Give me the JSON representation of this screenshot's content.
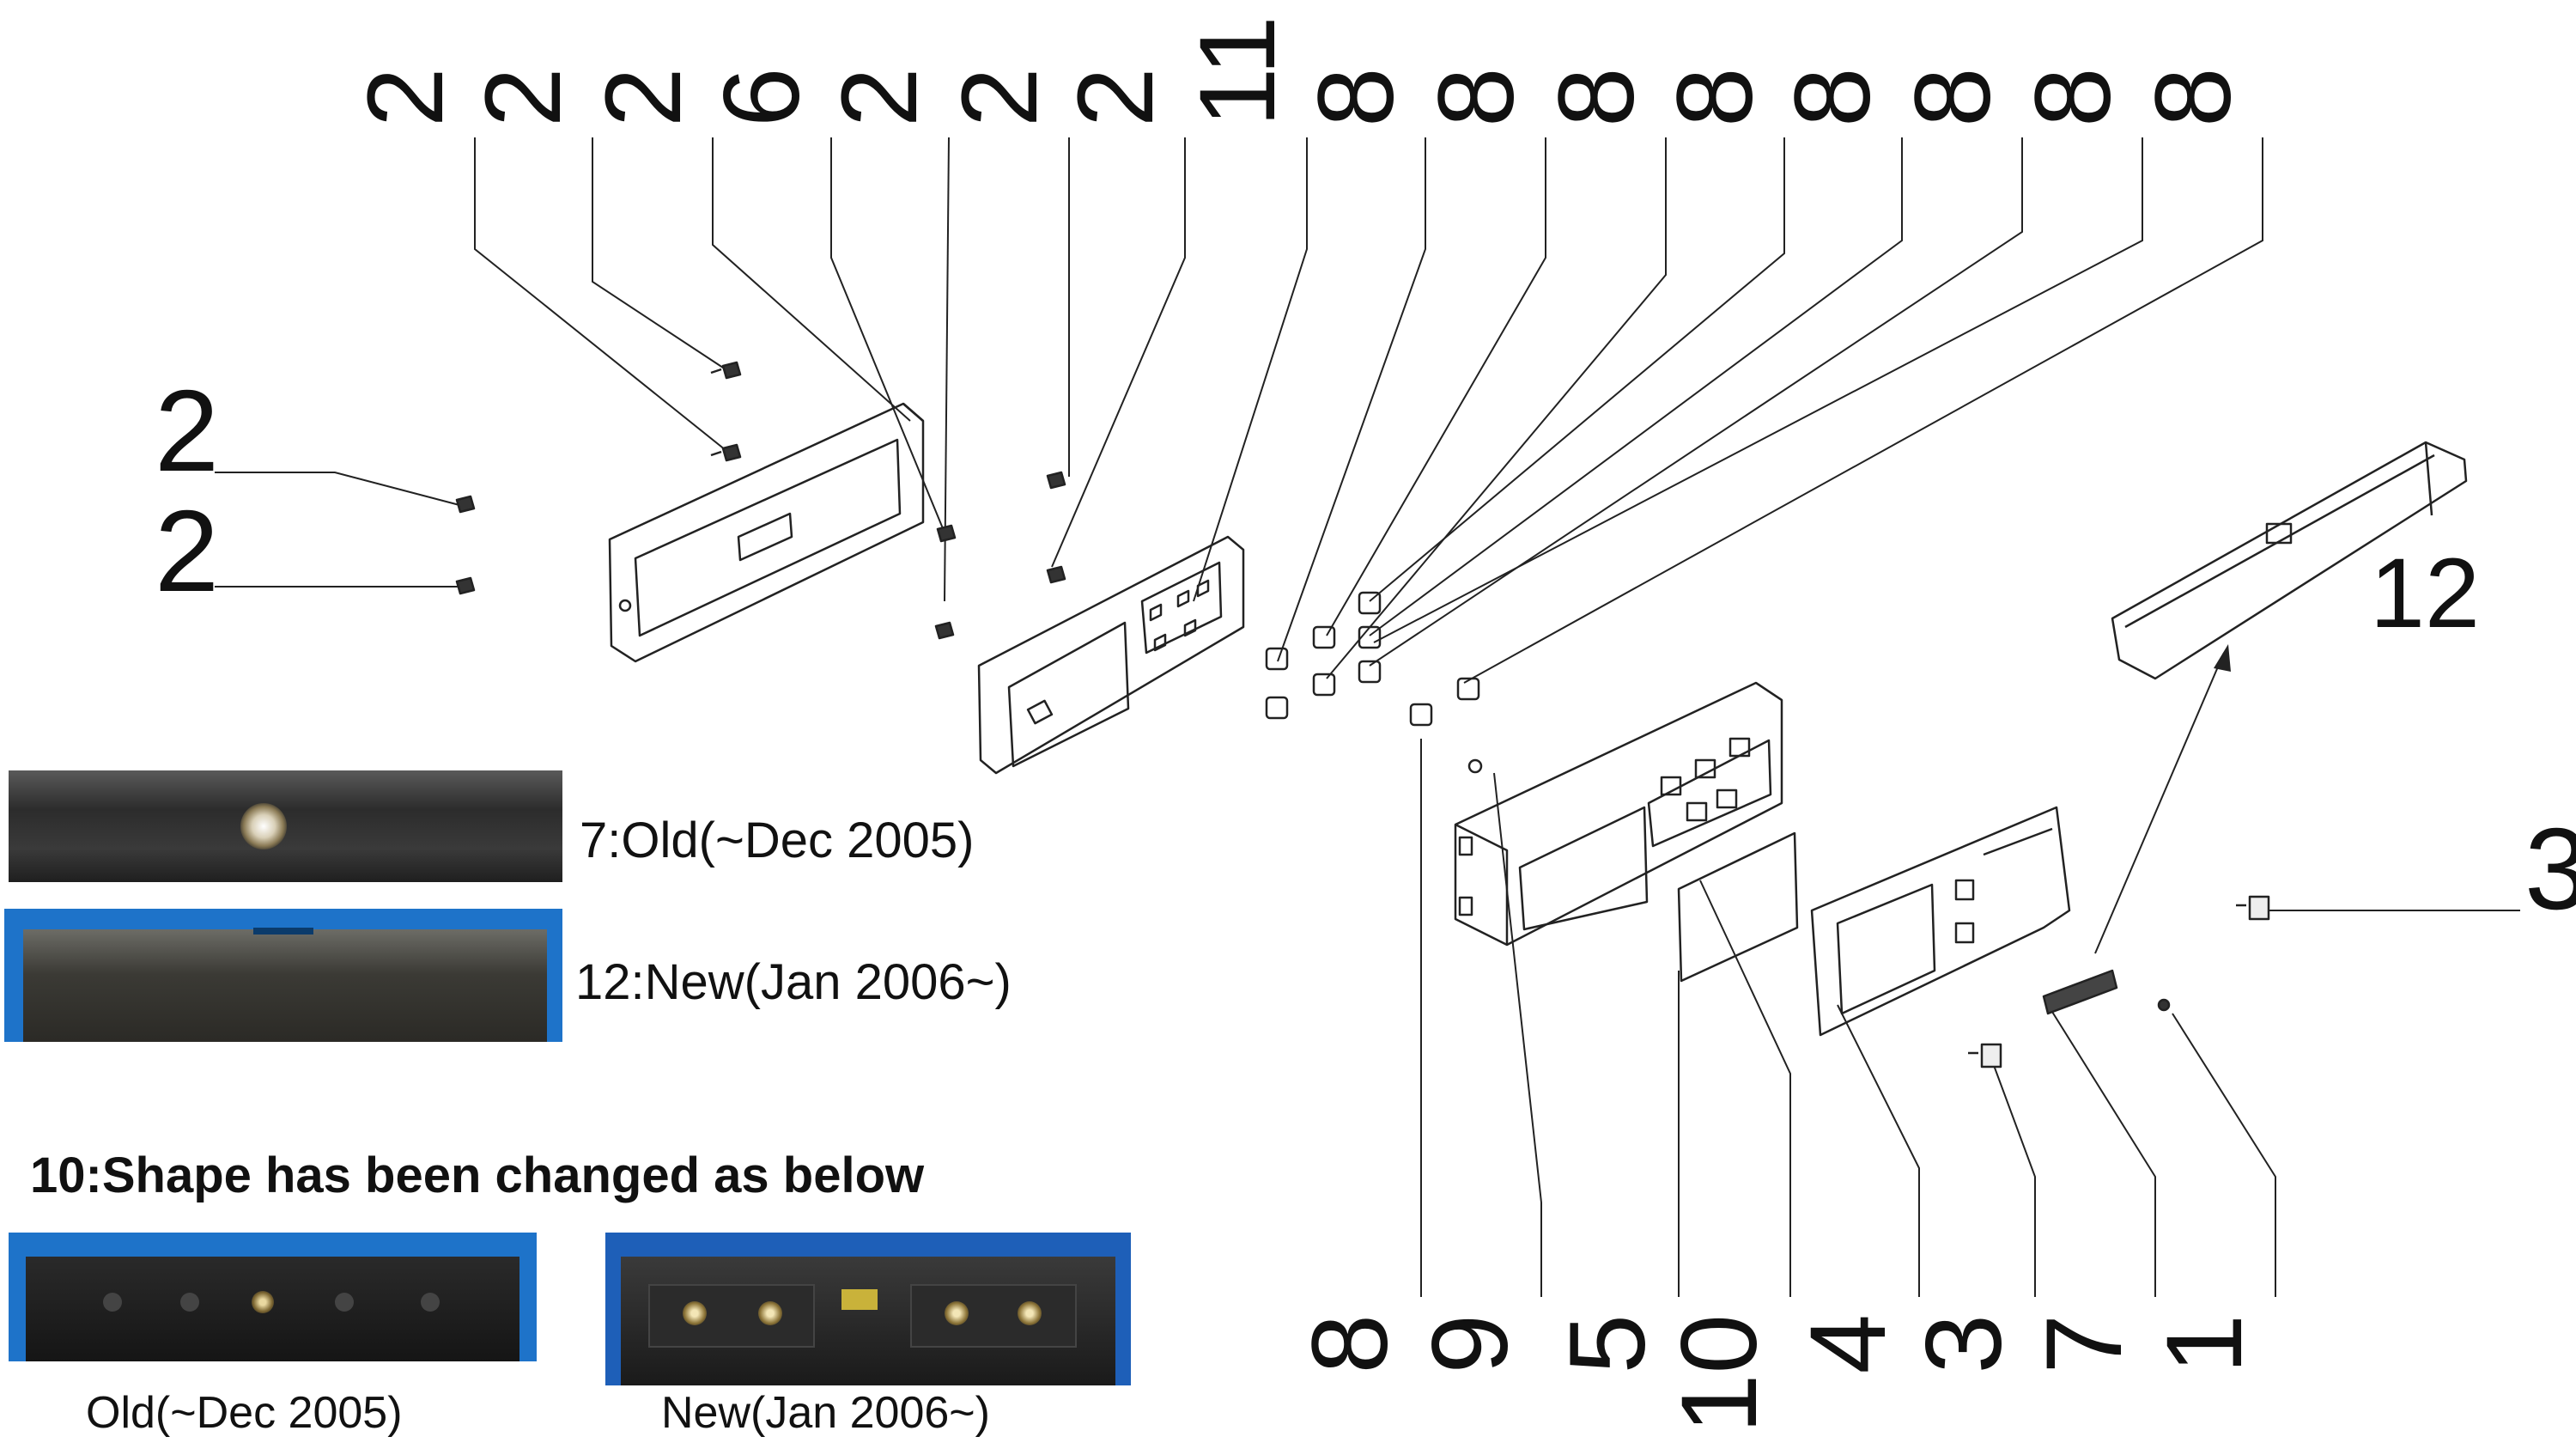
{
  "top_numbers": [
    "2",
    "2",
    "2",
    "6",
    "2",
    "2",
    "2",
    "11",
    "8",
    "8",
    "8",
    "8",
    "8",
    "8",
    "8",
    "8"
  ],
  "left_numbers": [
    "2",
    "2"
  ],
  "right_numbers": [
    "3",
    "12"
  ],
  "bottom_numbers": [
    "8",
    "9",
    "5",
    "10",
    "4",
    "3",
    "7",
    "1"
  ],
  "photo_captions": {
    "old_cover": "7:Old(~Dec 2005)",
    "new_cover": "12:New(Jan 2006~)",
    "shape_heading": "10:Shape has been changed as below",
    "old_connector": "Old(~Dec 2005)",
    "new_connector": "New(Jan 2006~)"
  },
  "colors": {
    "line": "#222222",
    "photo_dark": "#2a2a2a",
    "photo_blue": "#1e73c9"
  }
}
